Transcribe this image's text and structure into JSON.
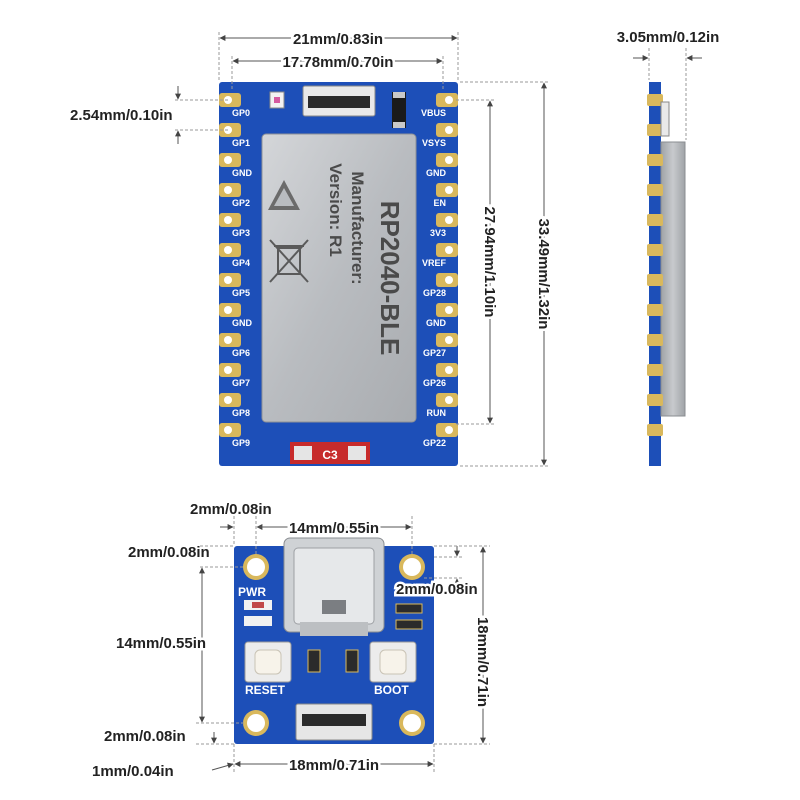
{
  "dimensions": {
    "top_width": "21mm/0.83in",
    "top_pin_span": "17.78mm/0.70in",
    "pin_pitch": "2.54mm/0.10in",
    "height_inner": "27.94mm/1.10in",
    "height_total": "33.49mm/1.32in",
    "side_thickness": "3.05mm/0.12in",
    "adapter_edge_x": "2mm/0.08in",
    "adapter_hole_span_x": "14mm/0.55in",
    "adapter_edge_y": "2mm/0.08in",
    "adapter_hole_edge_right": "2mm/0.08in",
    "adapter_height": "18mm/0.71in",
    "adapter_hole_span_y": "14mm/0.55in",
    "adapter_bottom_edge": "2mm/0.08in",
    "adapter_width": "18mm/0.71in",
    "adapter_corner": "1mm/0.04in"
  },
  "module": {
    "left_pins": [
      "GP0",
      "GP1",
      "GND",
      "GP2",
      "GP3",
      "GP4",
      "GP5",
      "GND",
      "GP6",
      "GP7",
      "GP8",
      "GP9"
    ],
    "right_pins": [
      "VBUS",
      "VSYS",
      "GND",
      "EN",
      "3V3",
      "VREF",
      "GP28",
      "GND",
      "GP27",
      "GP26",
      "RUN",
      "GP22"
    ],
    "shield_title": "RP2040-BLE",
    "shield_manufacturer": "Manufacturer:",
    "shield_version": "Version: R1",
    "bottom_tag": "C3"
  },
  "adapter": {
    "pwr_label": "PWR",
    "reset_label": "RESET",
    "boot_label": "BOOT"
  },
  "colors": {
    "pcb_blue": "#1d4fb8",
    "pad_gold": "#d9b85c",
    "shield_gray": "#b9bcc0"
  }
}
